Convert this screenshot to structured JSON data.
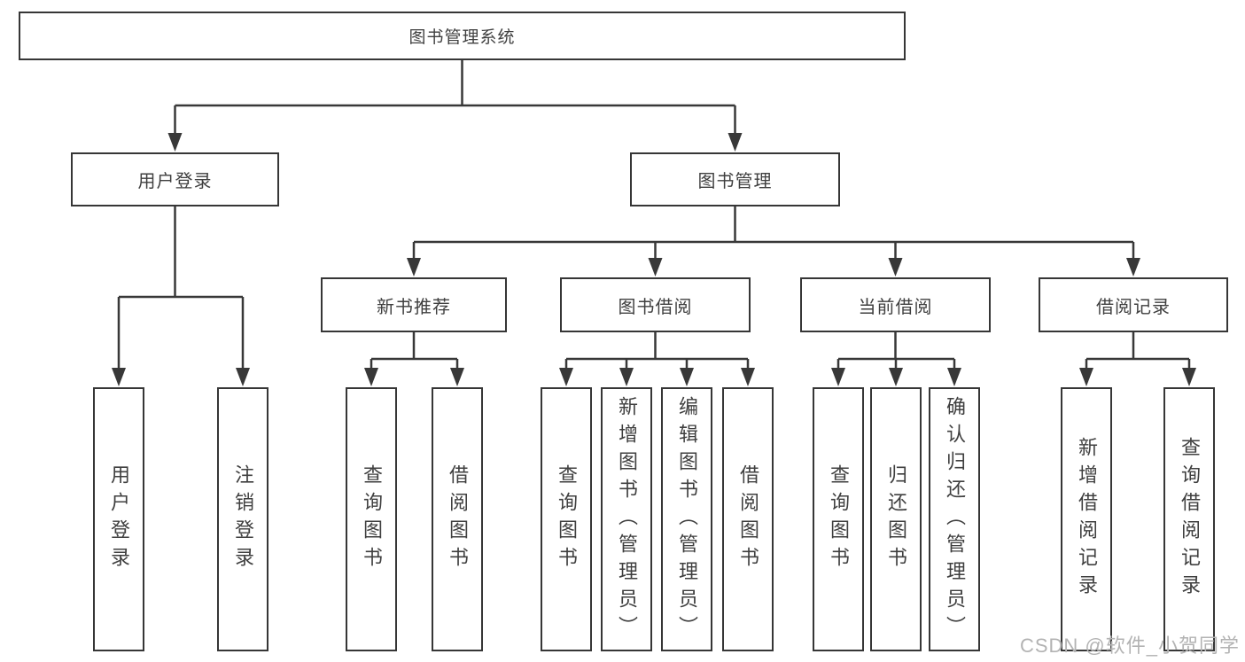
{
  "colors": {
    "bg": "#ffffff",
    "line": "#383838",
    "box_border": "#363636",
    "box_fill": "#ffffff",
    "text": "#3f3f3f",
    "watermark": "#b3b3b3"
  },
  "watermark": {
    "text": "CSDN @软件_小贺同学"
  },
  "tree": {
    "root": {
      "label": "图书管理系统",
      "children": [
        {
          "label": "用户登录",
          "children": [
            {
              "label": "用户登录"
            },
            {
              "label": "注销登录"
            }
          ]
        },
        {
          "label": "图书管理",
          "children": [
            {
              "label": "新书推荐",
              "children": [
                {
                  "label": "查询图书"
                },
                {
                  "label": "借阅图书"
                }
              ]
            },
            {
              "label": "图书借阅",
              "children": [
                {
                  "label": "查询图书"
                },
                {
                  "label": "新增图书（管理员）"
                },
                {
                  "label": "编辑图书（管理员）"
                },
                {
                  "label": "借阅图书"
                }
              ]
            },
            {
              "label": "当前借阅",
              "children": [
                {
                  "label": "查询图书"
                },
                {
                  "label": "归还图书"
                },
                {
                  "label": "确认归还（管理员）"
                }
              ]
            },
            {
              "label": "借阅记录",
              "children": [
                {
                  "label": "新增借阅记录"
                },
                {
                  "label": "查询借阅记录"
                }
              ]
            }
          ]
        }
      ]
    }
  }
}
